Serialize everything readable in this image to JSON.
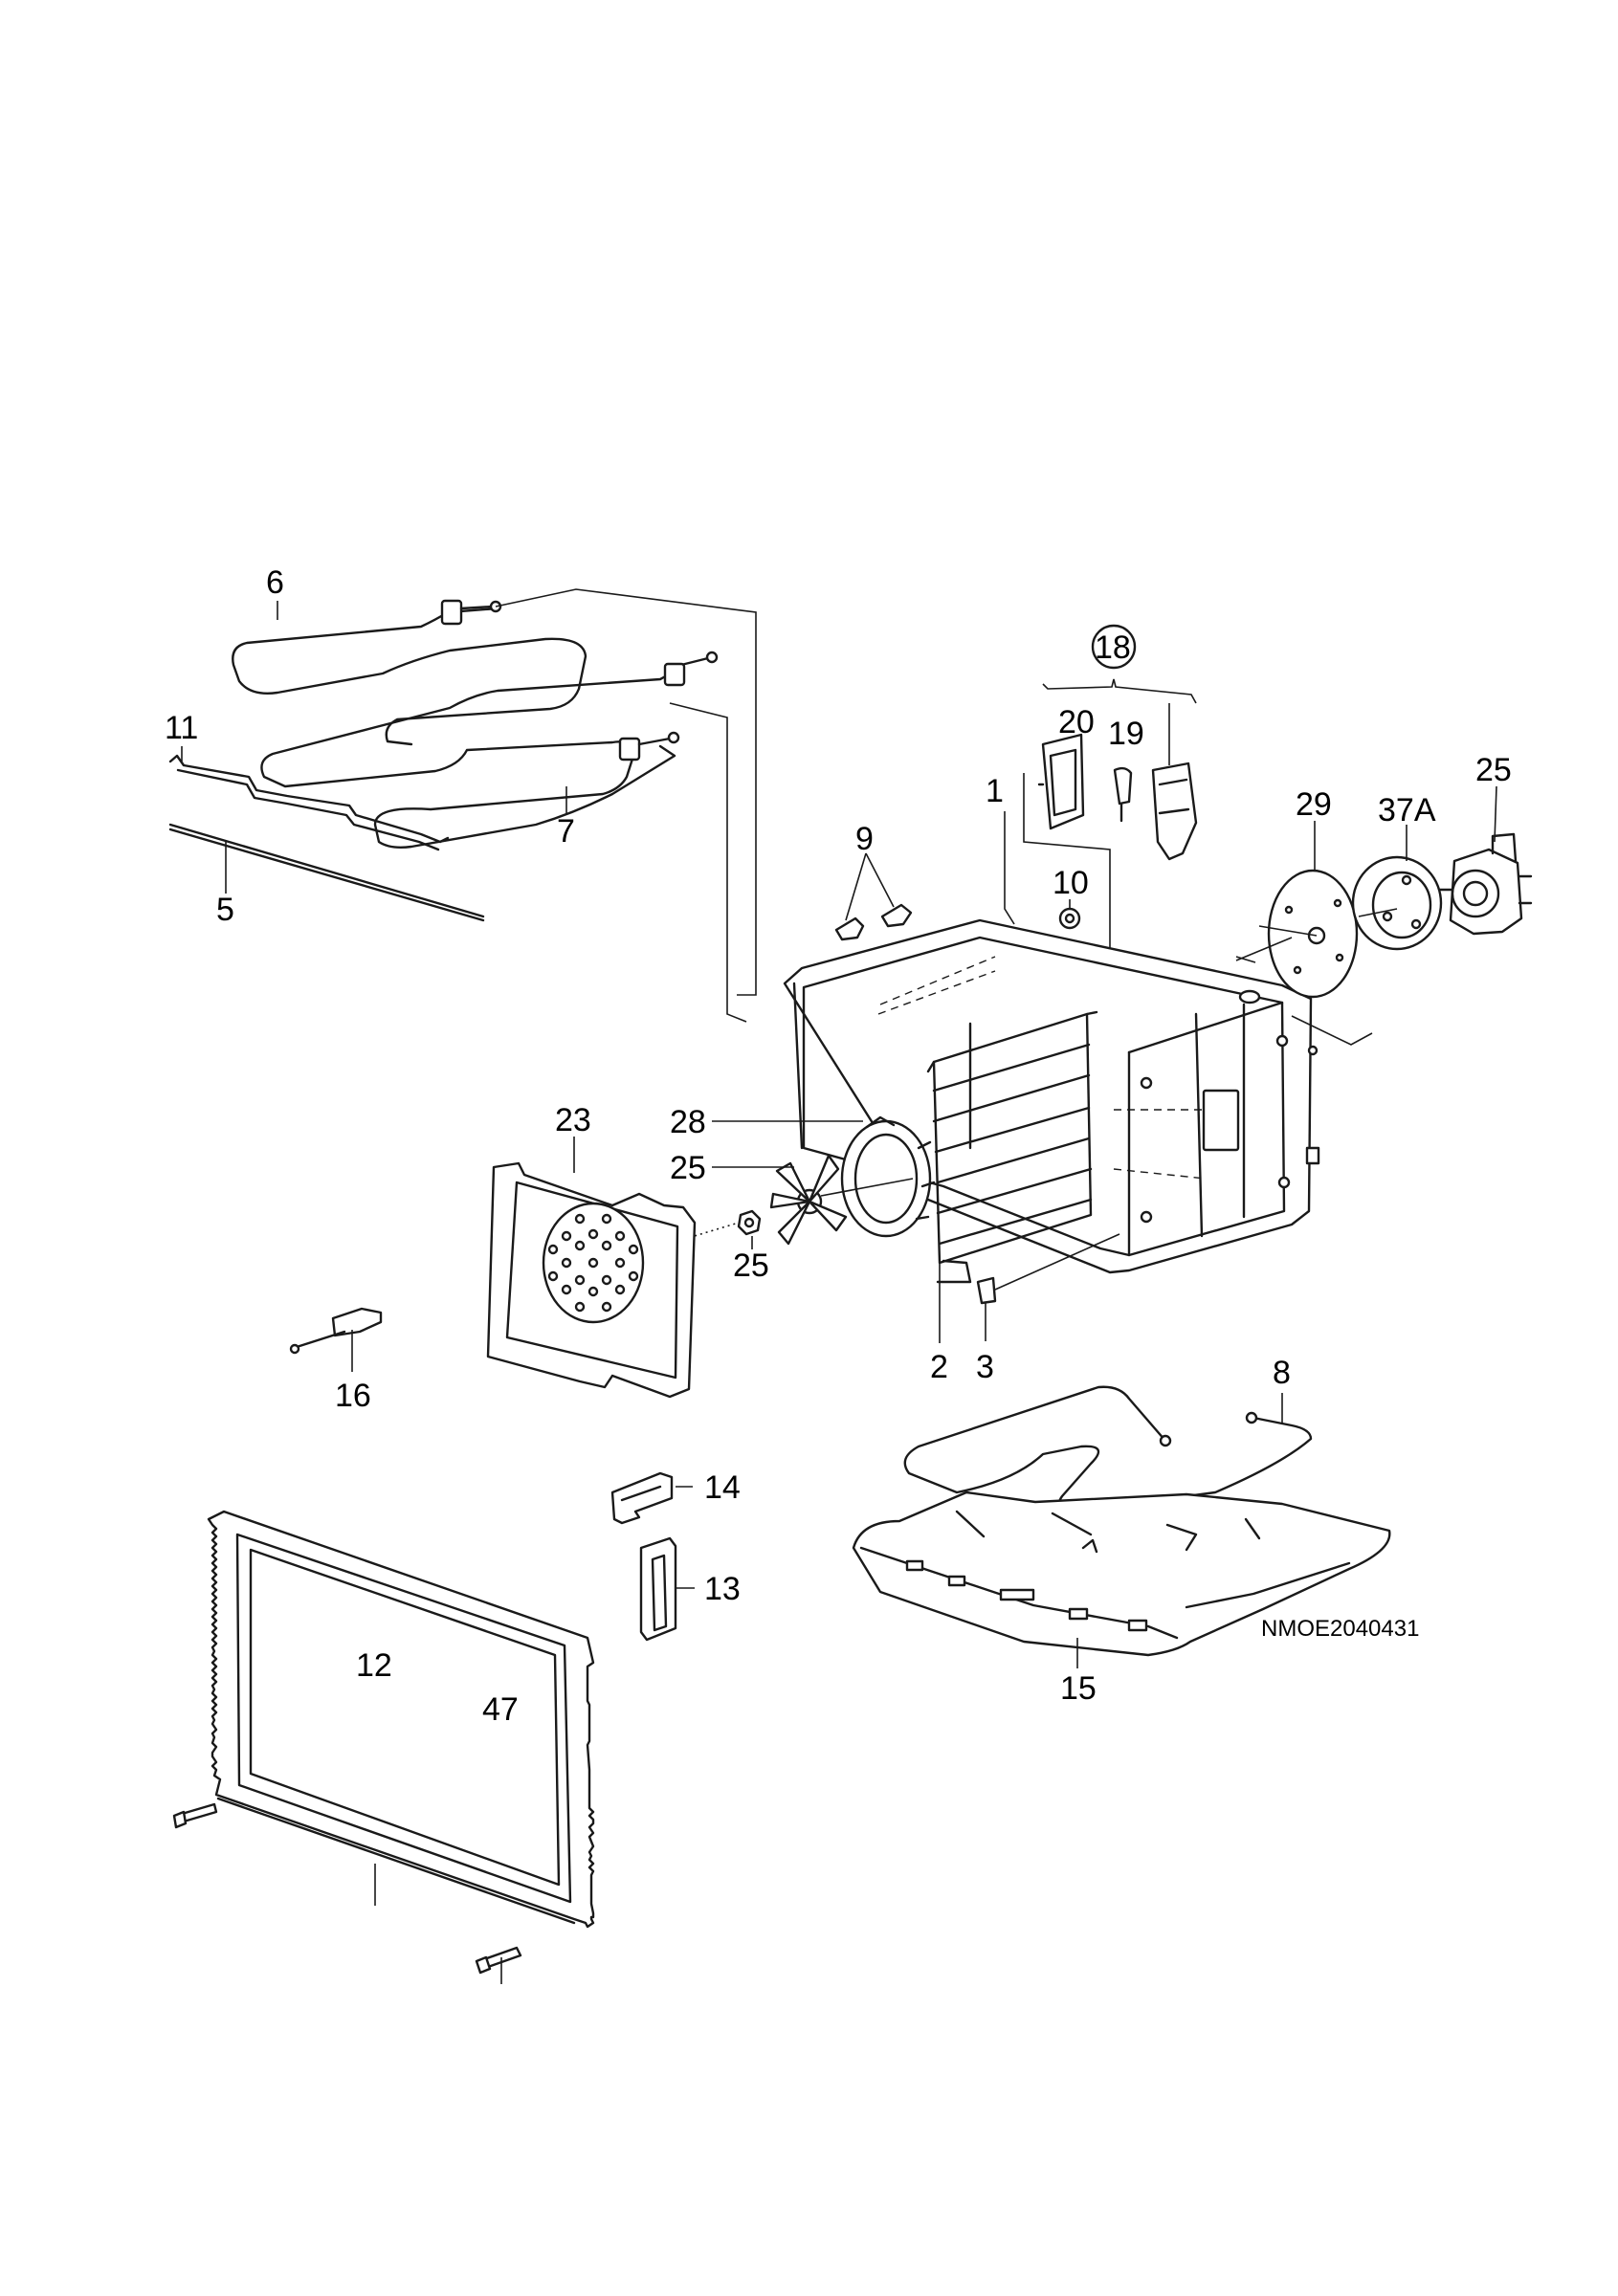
{
  "diagram_code": "NMOE2040431",
  "labels": {
    "p1": "1",
    "p2": "2",
    "p3": "3",
    "p5": "5",
    "p6": "6",
    "p7": "7",
    "p8": "8",
    "p9": "9",
    "p10": "10",
    "p11": "11",
    "p12": "12",
    "p13": "13",
    "p14": "14",
    "p15": "15",
    "p16": "16",
    "p18": "18",
    "p19": "19",
    "p20": "20",
    "p23": "23",
    "p25_motor": "25",
    "p25_fan": "25",
    "p25_nut": "25",
    "p28": "28",
    "p29": "29",
    "p37a": "37A",
    "p47": "47"
  }
}
